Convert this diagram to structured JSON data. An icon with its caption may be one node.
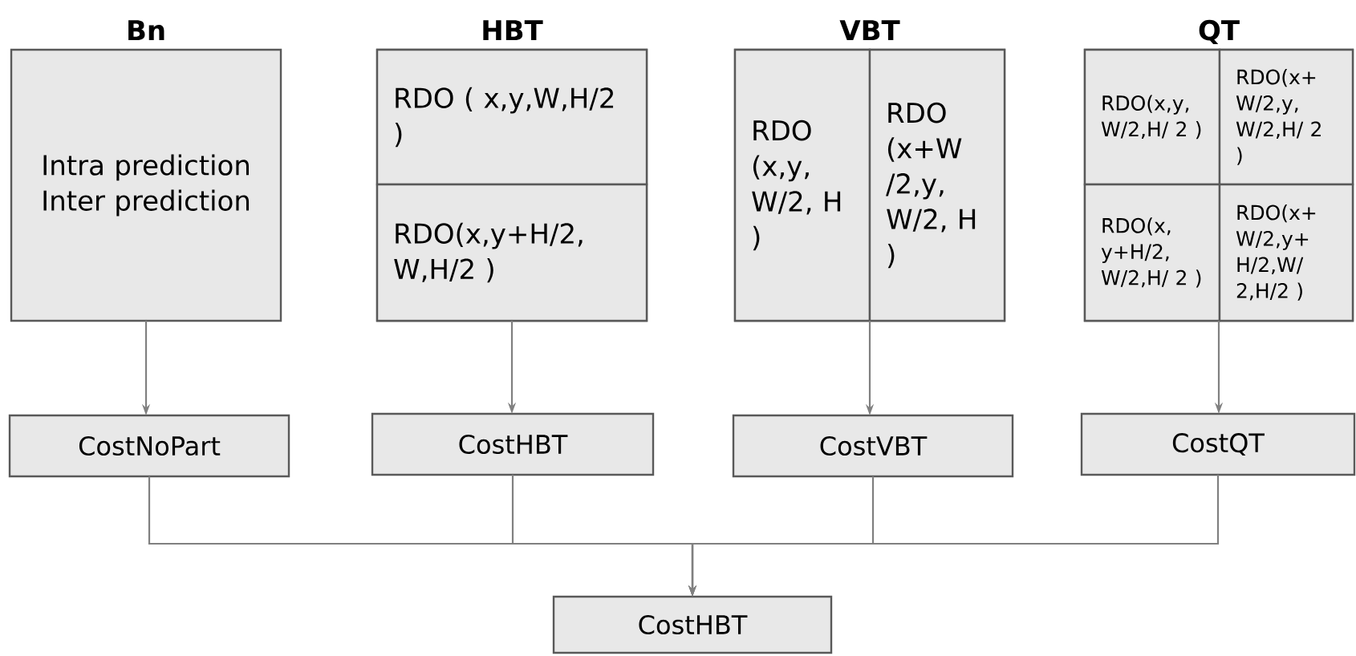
{
  "diagram": {
    "nodes": [
      {
        "text": [
          "Bn",
          "Intra prediction Inter prediction"
        ]
      },
      {
        "text": [
          "HBT"
        ]
      },
      {
        "text": [
          "RDO ( x,y,W,H/2 )"
        ],
        "in": 1
      },
      {
        "text": [
          "RDO(x,y+H/2, W,H/2 )"
        ],
        "in": 1
      },
      {
        "text": [
          "VBT"
        ]
      },
      {
        "text": [
          "RDO (x,y, W/2, H )"
        ],
        "in": 4
      },
      {
        "text": [
          "RDO (x+W /2,y, W/2, H )"
        ],
        "in": 4
      },
      {
        "text": [
          "QT"
        ]
      },
      {
        "text": [
          "RDO(x,y, W/2,H/ 2 )"
        ],
        "in": 7
      },
      {
        "text": [
          "RDO(x+ W/2,y, W/2,H/ 2 )"
        ],
        "in": 7
      },
      {
        "text": [
          "RDO(x, y+H/2, W/2,H/ 2 )"
        ],
        "in": 7
      },
      {
        "text": [
          "RDO(x+ W/2,y+ H/2,W/ 2,H/2 )"
        ],
        "in": 7
      },
      {
        "text": [
          "CostNoPart"
        ]
      },
      {
        "text": [
          "CostHBT"
        ]
      },
      {
        "text": [
          "CostVBT"
        ]
      },
      {
        "text": [
          "CostQT"
        ]
      },
      {
        "text": [
          "CostHBT"
        ]
      }
    ],
    "edges": [
      {
        "from": 0,
        "to": 12,
        "arrow": "to"
      },
      {
        "from": 1,
        "to": 13,
        "arrow": "to"
      },
      {
        "from": 4,
        "to": 14,
        "arrow": "to"
      },
      {
        "from": 7,
        "to": 15,
        "arrow": "to"
      },
      {
        "from": 12,
        "to": 16,
        "arrow": "to"
      },
      {
        "from": 13,
        "to": 16,
        "arrow": "to"
      },
      {
        "from": 14,
        "to": 16,
        "arrow": "to"
      },
      {
        "from": 15,
        "to": 16,
        "arrow": "to"
      }
    ]
  }
}
